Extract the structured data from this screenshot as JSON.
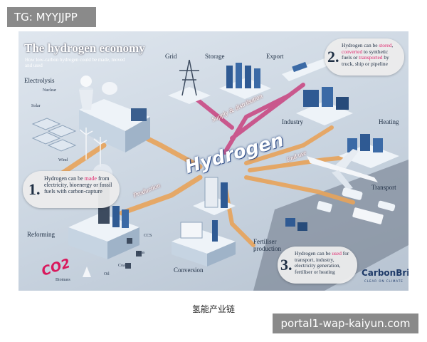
{
  "overlay_tag": "TG: MYYJJPP",
  "figure": {
    "title": "The hydrogen economy",
    "subtitle": "How low-carbon hydrogen could be made, moved and used",
    "center_label": "Hydrogen",
    "flow_labels": {
      "production": "Production",
      "supply": "Supply & distribution",
      "end_use": "End use"
    },
    "stages": {
      "electrolysis": "Electrolysis",
      "nuclear": "Nuclear",
      "solar": "Solar",
      "wind": "Wind",
      "grid": "Grid",
      "storage": "Storage",
      "export": "Export",
      "industry": "Industry",
      "heating": "Heating",
      "transport": "Transport",
      "reforming": "Reforming",
      "conversion": "Conversion",
      "fertiliser": "Fertiliser production",
      "ccs": "CCS",
      "gas": "Gas",
      "coal": "Coal",
      "oil": "Oil",
      "biomass": "Biomass",
      "co2": "CO2"
    },
    "callouts": [
      {
        "number": "1.",
        "pre": "Hydrogen can be ",
        "highlight": "made",
        "post": " from electricity, bioenergy or fossil fuels with carbon-capture"
      },
      {
        "number": "2.",
        "pre": "Hydrogen can be ",
        "highlight": "stored",
        "mid": ", ",
        "highlight2": "converted",
        "mid2": " to synthetic fuels or ",
        "highlight3": "transported",
        "post": " by truck, ship or pipeline"
      },
      {
        "number": "3.",
        "pre": "Hydrogen can be ",
        "highlight": "used",
        "post": " for transport, industry, electricity generation, fertiliser or heating"
      }
    ],
    "brand": "CarbonBrief",
    "brand_sub": "CLEAR ON CLIMATE",
    "colors": {
      "flow_orange": "#e8a35a",
      "flow_pink": "#c9427f",
      "highlight": "#e0286e",
      "brand": "#1e3a68"
    }
  },
  "caption": "氢能产业链",
  "watermark": "portal1-wap-kaiyun.com"
}
